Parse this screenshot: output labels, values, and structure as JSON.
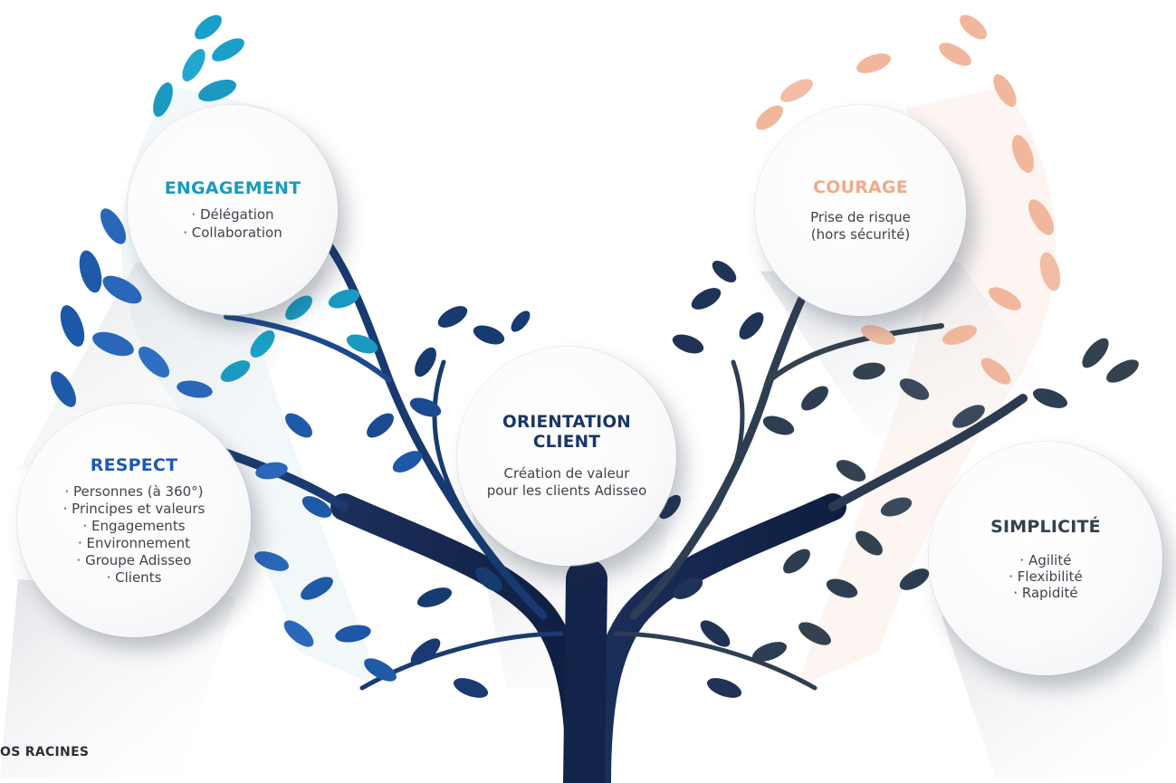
{
  "colors": {
    "engagement": "#1a9ac0",
    "courage": "#f0aa8a",
    "orientation": "#1a3667",
    "respect": "#1d5ab3",
    "simplicite": "#34404d",
    "leaf_blue": "#2a67b9",
    "leaf_teal": "#1aa0c8",
    "leaf_navy": "#173a70",
    "leaf_slate": "#34424f",
    "leaf_peach": "#f1b79c"
  },
  "values": {
    "engagement": {
      "title": "ENGAGEMENT",
      "lines": [
        "· Délégation",
        "· Collaboration"
      ]
    },
    "courage": {
      "title": "COURAGE",
      "lines": [
        "Prise de risque",
        "(hors sécurité)"
      ]
    },
    "orientation": {
      "title_line1": "ORIENTATION",
      "title_line2": "CLIENT",
      "lines": [
        "Création de valeur",
        "pour les clients Adisseo"
      ]
    },
    "respect": {
      "title": "RESPECT",
      "lines": [
        "· Personnes (à 360°)",
        "· Principes et valeurs",
        "· Engagements",
        "· Environnement",
        "· Groupe Adisseo",
        "· Clients"
      ]
    },
    "simplicite": {
      "title": "SIMPLICITÉ",
      "lines": [
        "· Agilité",
        "· Flexibilité",
        "· Rapidité"
      ]
    }
  },
  "roots_label": "OS RACINES"
}
